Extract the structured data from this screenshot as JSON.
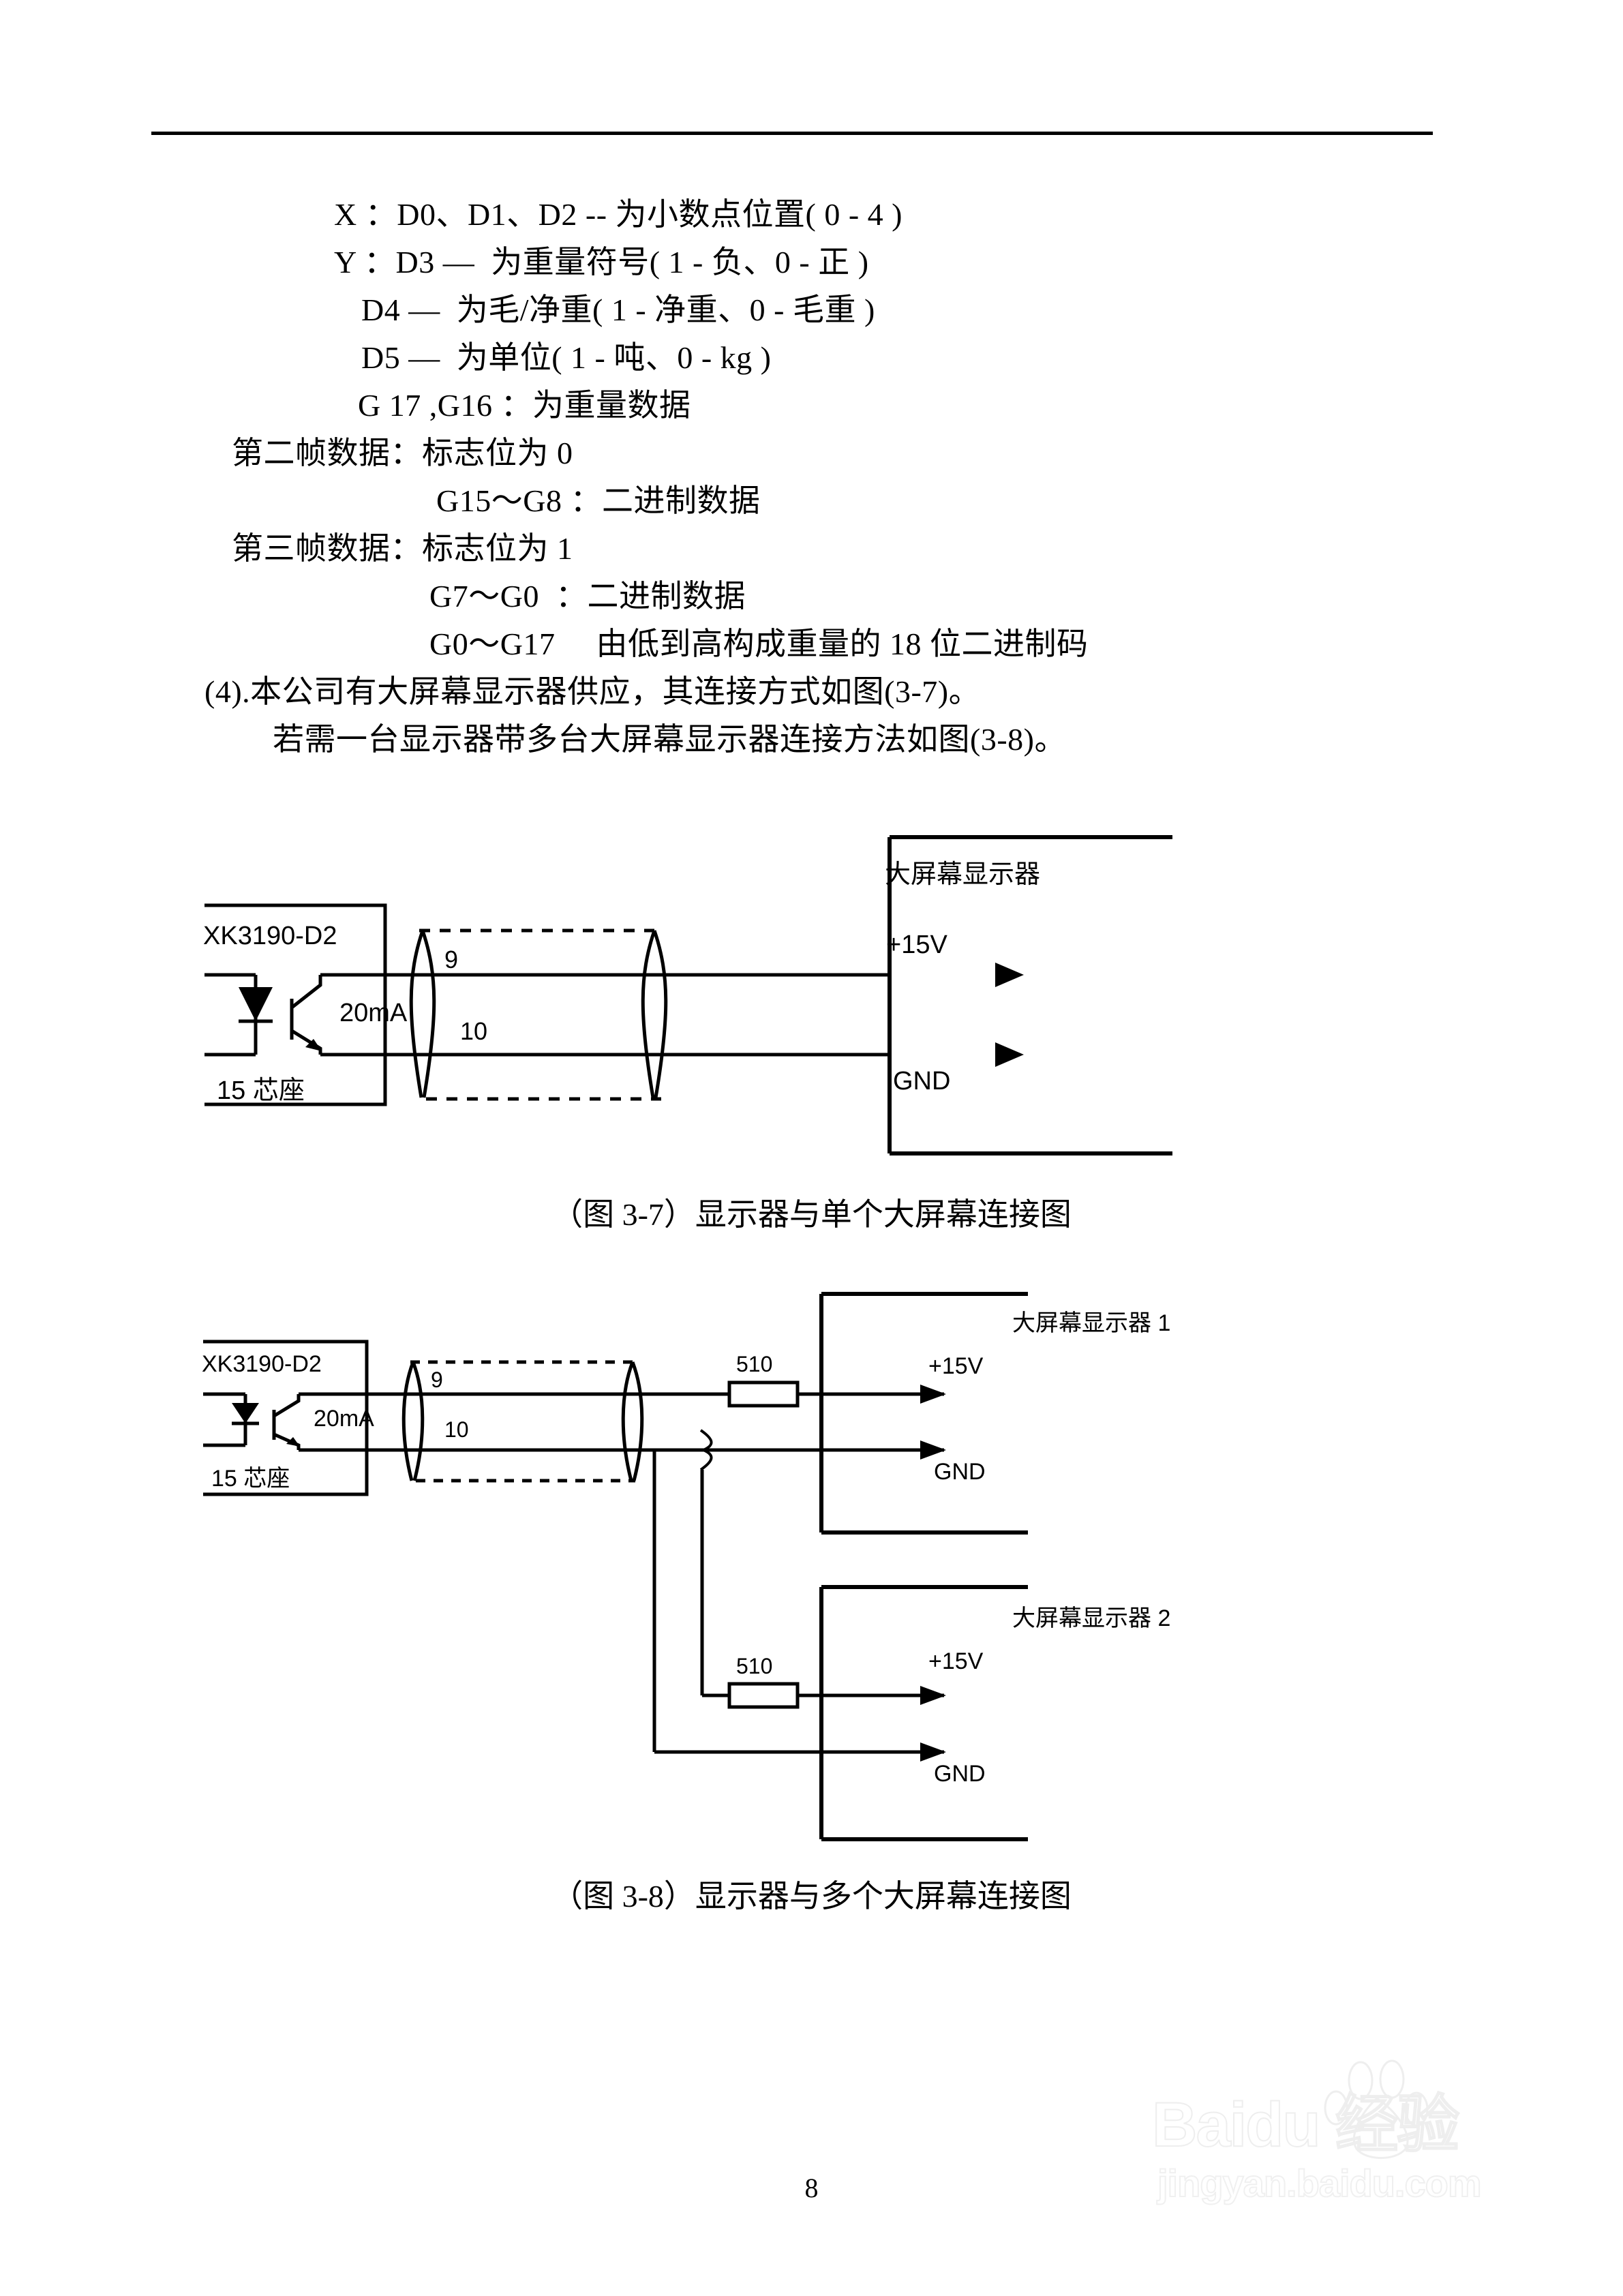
{
  "document": {
    "page_number": "8"
  },
  "body_lines": [
    {
      "text": "X ：D0、D1、D2 -- 为小数点位置( 0 - 4 )",
      "indent": "ind-490"
    },
    {
      "text": "Y ：D3 —  为重量符号( 1 - 负、0 - 正 )",
      "indent": "ind-490"
    },
    {
      "text": "D4 —  为毛/净重( 1 - 净重、0 - 毛重 )",
      "indent": "ind-530"
    },
    {
      "text": "D5 —  为单位( 1 - 吨、0 - kg )",
      "indent": "ind-530"
    },
    {
      "text": "G 17 ,G16 ：为重量数据",
      "indent": "ind-525"
    },
    {
      "text": "第二帧数据：标志位为 0",
      "indent": "ind-340"
    },
    {
      "text": "G15～G8 ：二进制数据",
      "indent": "ind-640"
    },
    {
      "text": "第三帧数据：标志位为 1",
      "indent": "ind-340"
    },
    {
      "text": "G7～G0  ：二进制数据",
      "indent": "ind-630"
    },
    {
      "text": "G0～G17     由低到高构成重量的 18 位二进制码",
      "indent": "ind-630"
    },
    {
      "text": "(4).本公司有大屏幕显示器供应，其连接方式如图(3-7)。",
      "indent": "ind-300"
    },
    {
      "text": "若需一台显示器带多台大屏幕显示器连接方法如图(3-8)。",
      "indent": "ind-400"
    }
  ],
  "figure_3_7": {
    "caption": "（图 3-7）显示器与单个大屏幕连接图",
    "instrument_label": "XK3190-D2",
    "socket_label": "15 芯座",
    "current_label": "20mA",
    "pin_upper": "9",
    "pin_lower": "10",
    "display_label": "大屏幕显示器",
    "terminal_power": "+15V",
    "terminal_ground": "GND"
  },
  "figure_3_8": {
    "caption": "（图 3-8）显示器与多个大屏幕连接图",
    "instrument_label": "XK3190-D2",
    "socket_label": "15 芯座",
    "current_label": "20mA",
    "pin_upper": "9",
    "pin_lower": "10",
    "display1_label": "大屏幕显示器 1",
    "display2_label": "大屏幕显示器 2",
    "resistor1_value": "510",
    "resistor2_value": "510",
    "terminal1_power": "+15V",
    "terminal1_ground": "GND",
    "terminal2_power": "+15V",
    "terminal2_ground": "GND"
  },
  "watermark": {
    "brand": "Baidu 经验",
    "url": "jingyan.baidu.com"
  }
}
